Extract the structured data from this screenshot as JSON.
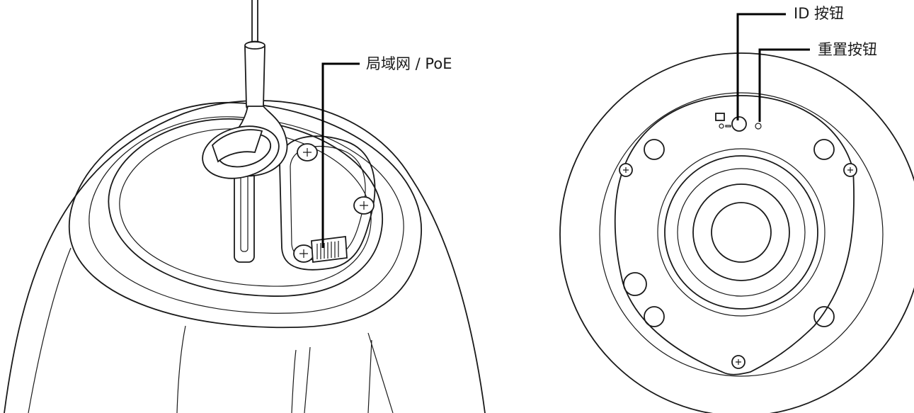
{
  "callouts": {
    "lan_poe": "局域网 / PoE",
    "id_button": "ID 按钮",
    "reset_button": "重置按钮"
  },
  "icons": {
    "id_marking": "ID"
  }
}
